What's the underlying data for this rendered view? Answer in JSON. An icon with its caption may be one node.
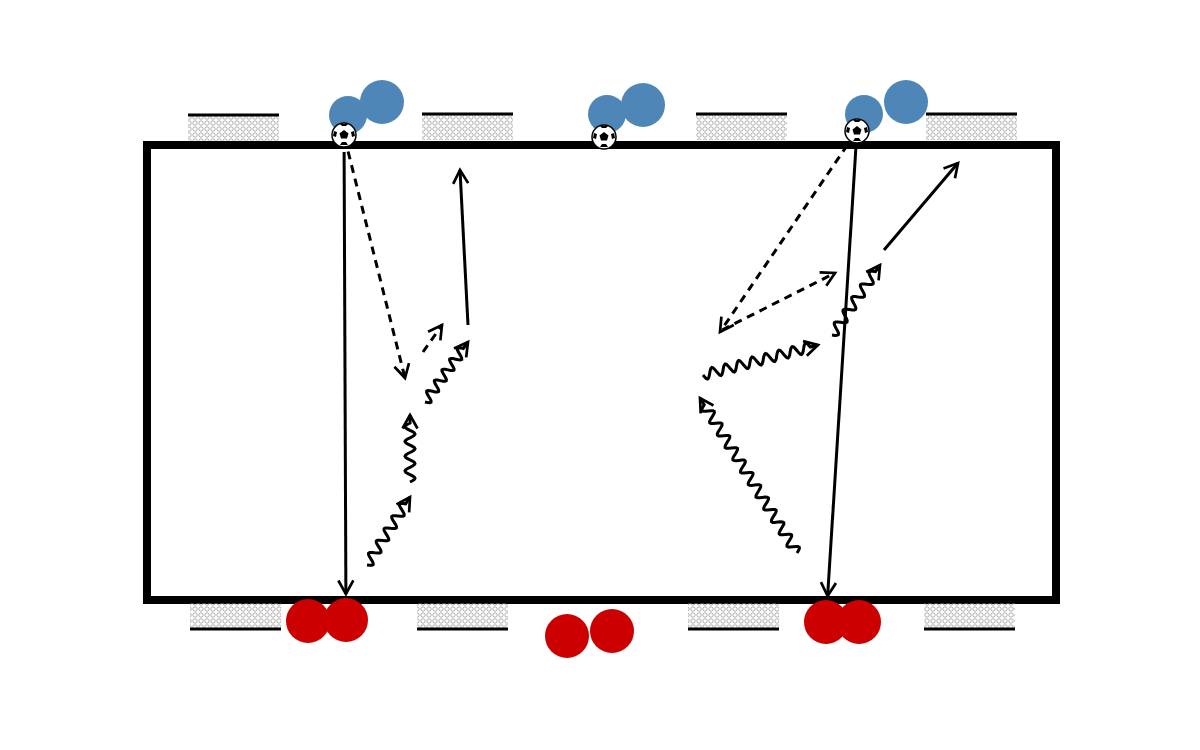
{
  "diagram": {
    "nodes": [
      {
        "text": [],
        "shape": "circle"
      },
      {
        "text": [],
        "shape": "circle"
      },
      {
        "text": [],
        "shape": "circle"
      },
      {
        "text": [],
        "shape": "circle"
      },
      {
        "text": [],
        "shape": "circle"
      },
      {
        "text": [],
        "shape": "circle"
      },
      {
        "text": [],
        "shape": "ball"
      },
      {
        "text": [],
        "shape": "ball"
      },
      {
        "text": [],
        "shape": "ball"
      },
      {
        "text": [],
        "shape": "circle"
      },
      {
        "text": [],
        "shape": "circle"
      },
      {
        "text": [],
        "shape": "circle"
      },
      {
        "text": [],
        "shape": "circle"
      },
      {
        "text": [],
        "shape": "circle"
      },
      {
        "text": [],
        "shape": "circle"
      }
    ],
    "edges": [
      {
        "from": 6,
        "to": 10,
        "arrow": "to"
      },
      {
        "from": 6,
        "to": null,
        "arrow": "to",
        "style": "dashed"
      },
      {
        "from": 8,
        "to": 13,
        "arrow": "to"
      },
      {
        "from": 8,
        "to": null,
        "arrow": "to",
        "style": "dashed"
      }
    ]
  }
}
